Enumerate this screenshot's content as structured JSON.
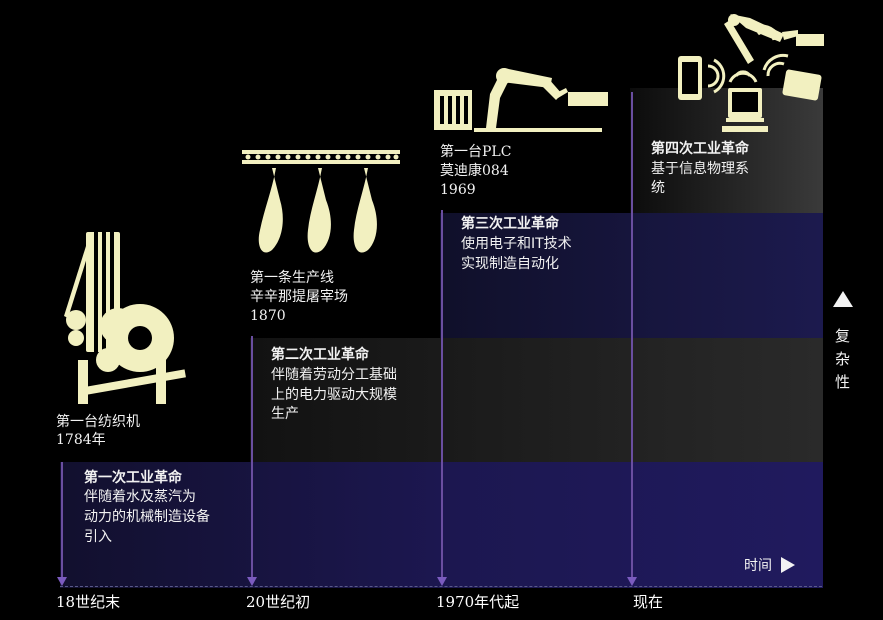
{
  "eras": [
    {
      "milestone": [
        "第一台纺织机",
        "1784年"
      ],
      "revolution_title": "第一次工业革命",
      "revolution_desc": [
        "伴随着水及蒸汽为",
        "动力的机械制造设备",
        "引入"
      ],
      "tick": "18世纪末",
      "icon": "loom-icon"
    },
    {
      "milestone": [
        "第一条生产线",
        "辛辛那提屠宰场",
        "1870"
      ],
      "revolution_title": "第二次工业革命",
      "revolution_desc": [
        "伴随着劳动分工基础",
        "上的电力驱动大规模",
        "生产"
      ],
      "tick": "20世纪初",
      "icon": "assembly-line-icon"
    },
    {
      "milestone": [
        "第一台PLC",
        "莫迪康084",
        "1969"
      ],
      "revolution_title": "第三次工业革命",
      "revolution_desc": [
        "使用电子和IT技术",
        "实现制造自动化"
      ],
      "tick": "1970年代起",
      "icon": "robot-arm-plc-icon"
    },
    {
      "milestone": [],
      "revolution_title": "第四次工业革命",
      "revolution_desc": [
        "基于信息物理系",
        "统"
      ],
      "tick": "现在",
      "icon": "cyber-physical-devices-icon"
    }
  ],
  "complexity_label": [
    "复",
    "杂",
    "性"
  ],
  "time_label": "时间",
  "colors": {
    "illustration": "#f2f0c0",
    "arrow": "#7b5bbf",
    "background": "#000000"
  }
}
